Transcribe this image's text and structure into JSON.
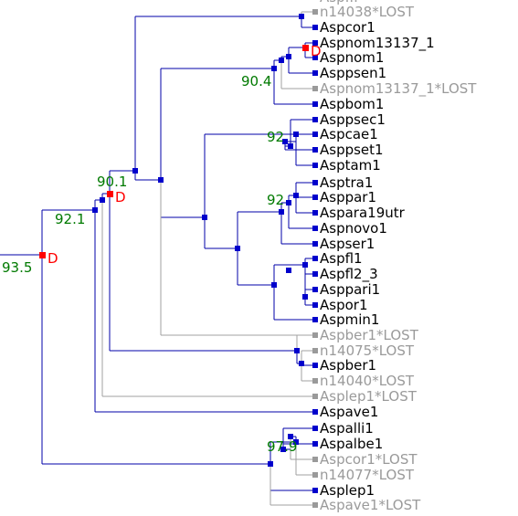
{
  "colors": {
    "edge": "#0000a8",
    "lost_edge": "#a0a0a0",
    "node": "#0000cc",
    "dup": "#ff0000",
    "support": "#007a00",
    "label": "#000000",
    "lost_label": "#9a9a9a"
  },
  "leaves": [
    {
      "id": "cut",
      "text": "Asp...",
      "lost": true
    },
    {
      "id": "n14038",
      "text": "n14038*LOST",
      "lost": true
    },
    {
      "id": "aspcor1",
      "text": "Aspcor1",
      "lost": false
    },
    {
      "id": "aspnom13137",
      "text": "Aspnom13137_1",
      "lost": false
    },
    {
      "id": "aspnom1",
      "text": "Aspnom1",
      "lost": false
    },
    {
      "id": "asppsen1",
      "text": "Asppsen1",
      "lost": false
    },
    {
      "id": "aspnom13137lost",
      "text": "Aspnom13137_1*LOST",
      "lost": true
    },
    {
      "id": "aspbom1",
      "text": "Aspbom1",
      "lost": false
    },
    {
      "id": "asppsec1",
      "text": "Asppsec1",
      "lost": false
    },
    {
      "id": "aspcae1",
      "text": "Aspcae1",
      "lost": false
    },
    {
      "id": "asppset1",
      "text": "Asppset1",
      "lost": false
    },
    {
      "id": "asptam1",
      "text": "Asptam1",
      "lost": false
    },
    {
      "id": "asptra1",
      "text": "Asptra1",
      "lost": false
    },
    {
      "id": "asppar1",
      "text": "Asppar1",
      "lost": false
    },
    {
      "id": "aspara19utr",
      "text": "Aspara19utr",
      "lost": false
    },
    {
      "id": "aspnovo1",
      "text": "Aspnovo1",
      "lost": false
    },
    {
      "id": "aspser1",
      "text": "Aspser1",
      "lost": false
    },
    {
      "id": "aspfl1",
      "text": "Aspfl1",
      "lost": false
    },
    {
      "id": "aspfl2",
      "text": "Aspfl2_3",
      "lost": false
    },
    {
      "id": "asppari1",
      "text": "Asppari1",
      "lost": false
    },
    {
      "id": "aspor1",
      "text": "Aspor1",
      "lost": false
    },
    {
      "id": "aspmin1",
      "text": "Aspmin1",
      "lost": false
    },
    {
      "id": "aspber1lost",
      "text": "Aspber1*LOST",
      "lost": true
    },
    {
      "id": "n14075",
      "text": "n14075*LOST",
      "lost": true
    },
    {
      "id": "aspber1",
      "text": "Aspber1",
      "lost": false
    },
    {
      "id": "n14040",
      "text": "n14040*LOST",
      "lost": true
    },
    {
      "id": "asplep1lost",
      "text": "Asplep1*LOST",
      "lost": true
    },
    {
      "id": "aspave1",
      "text": "Aspave1",
      "lost": false
    },
    {
      "id": "aspalli1",
      "text": "Aspalli1",
      "lost": false
    },
    {
      "id": "aspalbe1",
      "text": "Aspalbe1",
      "lost": false
    },
    {
      "id": "aspcor1lost",
      "text": "Aspcor1*LOST",
      "lost": true
    },
    {
      "id": "n14077",
      "text": "n14077*LOST",
      "lost": true
    },
    {
      "id": "asplep1",
      "text": "Asplep1",
      "lost": false
    },
    {
      "id": "aspave1lost",
      "text": "Aspave1*LOST",
      "lost": true
    }
  ],
  "support_values": [
    "93.5",
    "92.1",
    "90.1",
    "90.4",
    "92",
    "92",
    "97.9"
  ],
  "duplication_marker": "D"
}
